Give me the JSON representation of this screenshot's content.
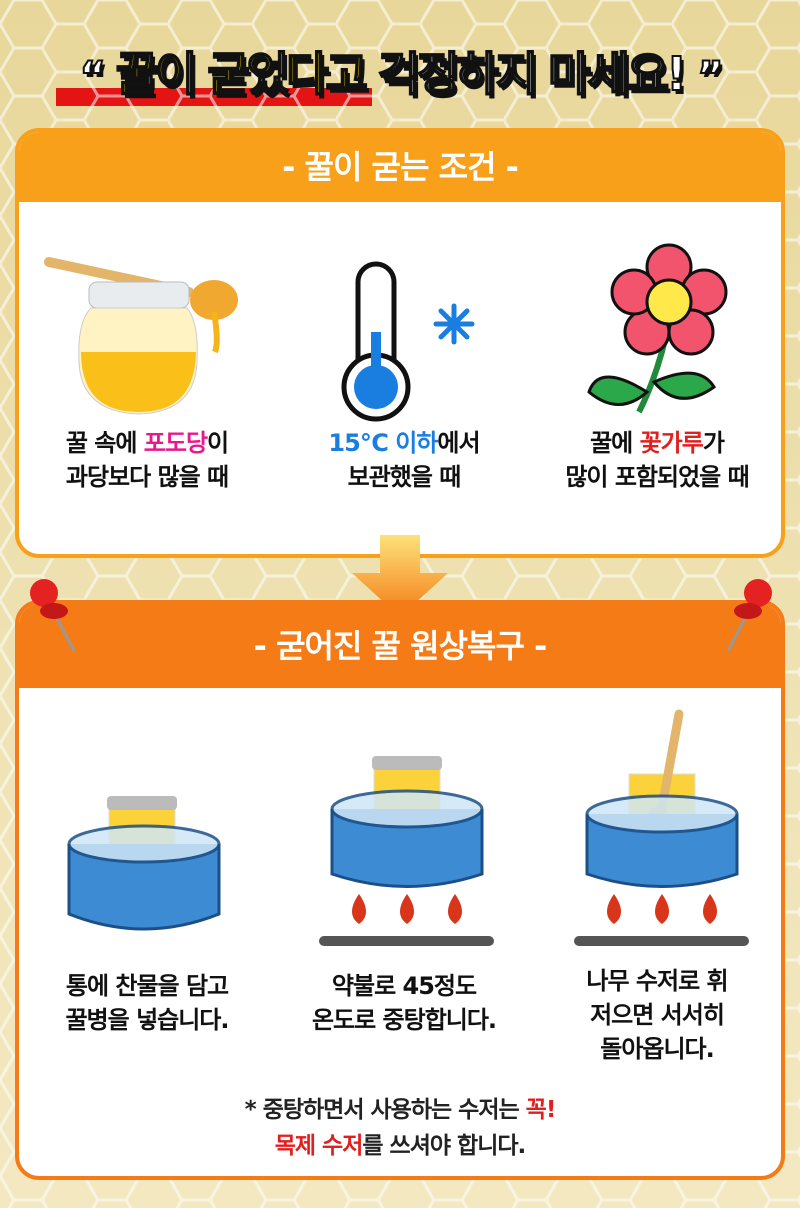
{
  "title": {
    "open_quote": "“",
    "highlight": "꿀이 굳었다고",
    "rest": "걱정하지 마세요!",
    "close_quote": "”"
  },
  "colors": {
    "section1": "#f9a01b",
    "section2": "#f47b16",
    "highlight": "#ffe200",
    "pink": "#e8198b",
    "blue": "#1a7ee0",
    "red": "#e31e1e"
  },
  "section1": {
    "heading": "- 꿀이 굳는 조건 -",
    "items": [
      {
        "icon": "honey-jar-icon",
        "l1a": "꿀 속에 ",
        "l1b": "포도당",
        "l1c": "이",
        "l2": "과당보다 많을 때"
      },
      {
        "icon": "thermometer-snowflake-icon",
        "l1a": "",
        "l1b": "15℃ 이하",
        "l1c": "에서",
        "l2": "보관했을 때"
      },
      {
        "icon": "flower-icon",
        "l1a": "꿀에 ",
        "l1b": "꽃가루",
        "l1c": "가",
        "l2": "많이 포함되었을 때"
      }
    ]
  },
  "section2": {
    "heading": "- 굳어진 꿀 원상복구 -",
    "items": [
      {
        "icon": "pot-cold-water-icon",
        "lines": [
          "통에 찬물을 담고",
          "꿀병을 넣습니다."
        ]
      },
      {
        "icon": "pot-on-fire-icon",
        "lines": [
          "약불로 45정도",
          "온도로 중탕합니다."
        ]
      },
      {
        "icon": "pot-stir-spoon-icon",
        "lines": [
          "나무 수저로 휘",
          "저으면 서서히",
          "돌아옵니다."
        ]
      }
    ],
    "note": {
      "a": "* 중탕하면서 사용하는 수저는 ",
      "b": "꼭!",
      "c": "목제 수저",
      "d": "를 쓰셔야 합니다."
    }
  }
}
